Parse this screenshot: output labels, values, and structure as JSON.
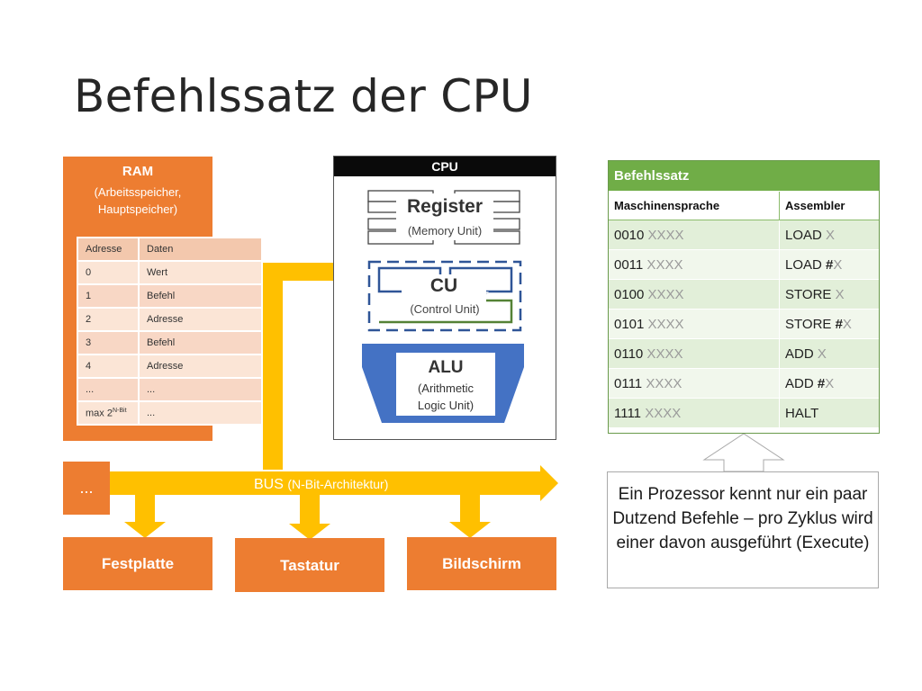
{
  "title": "Befehlssatz der CPU",
  "ram": {
    "title": "RAM",
    "subtitle_line1": "(Arbeitsspeicher,",
    "subtitle_line2": "Hauptspeicher)",
    "headers": [
      "Adresse",
      "Daten"
    ],
    "rows": [
      [
        "0",
        "Wert"
      ],
      [
        "1",
        "Befehl"
      ],
      [
        "2",
        "Adresse"
      ],
      [
        "3",
        "Befehl"
      ],
      [
        "4",
        "Adresse"
      ],
      [
        "...",
        "..."
      ],
      [
        "max 2",
        "..."
      ]
    ],
    "max_exponent": "N-Bit"
  },
  "cpu": {
    "title": "CPU",
    "register": {
      "title": "Register",
      "subtitle": "(Memory Unit)"
    },
    "cu": {
      "title": "CU",
      "subtitle": "(Control Unit)"
    },
    "alu": {
      "title": "ALU",
      "subtitle_line1": "(Arithmetic",
      "subtitle_line2": "Logic Unit)"
    }
  },
  "bus": {
    "label": "BUS",
    "detail": "(N-Bit-Architektur)"
  },
  "peripherals": {
    "more": "...",
    "festplatte": "Festplatte",
    "tastatur": "Tastatur",
    "bildschirm": "Bildschirm"
  },
  "instruction_set": {
    "title": "Befehlssatz",
    "col_machine": "Maschinensprache",
    "col_assembler": "Assembler",
    "rows": [
      {
        "opcode": "0010",
        "operand": " XXXX",
        "mnemonic": "LOAD",
        "hash": "",
        "arg": " X"
      },
      {
        "opcode": "0011",
        "operand": " XXXX",
        "mnemonic": "LOAD",
        "hash": " #",
        "arg": "X"
      },
      {
        "opcode": "0100",
        "operand": " XXXX",
        "mnemonic": "STORE",
        "hash": "",
        "arg": " X"
      },
      {
        "opcode": "0101",
        "operand": " XXXX",
        "mnemonic": "STORE",
        "hash": " #",
        "arg": "X"
      },
      {
        "opcode": "0110",
        "operand": " XXXX",
        "mnemonic": "ADD",
        "hash": "",
        "arg": " X"
      },
      {
        "opcode": "0111",
        "operand": " XXXX",
        "mnemonic": "ADD",
        "hash": " #",
        "arg": "X"
      },
      {
        "opcode": "1111",
        "operand": " XXXX",
        "mnemonic": "HALT",
        "hash": "",
        "arg": ""
      }
    ]
  },
  "callout": "Ein Prozessor kennt nur ein paar Dutzend Befehle – pro Zyklus wird einer davon ausgeführt (Execute)",
  "colors": {
    "orange": "#ed7d31",
    "bus_yellow": "#ffc000",
    "alu_blue": "#4472c4",
    "green": "#70ad47"
  }
}
